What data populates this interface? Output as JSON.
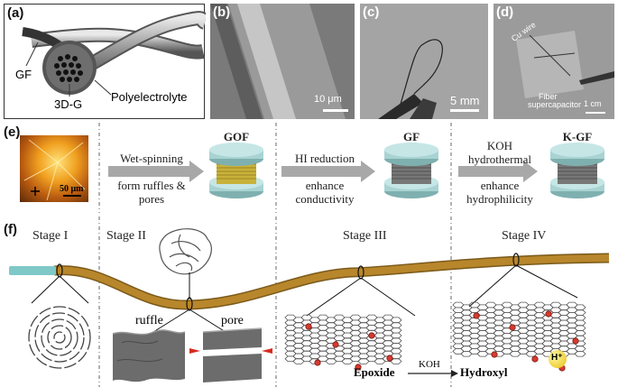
{
  "panel_a": {
    "label": "(a)",
    "gf": "GF",
    "three_dg": "3D-G",
    "polyelectrolyte": "Polyelectrolyte"
  },
  "panel_b": {
    "label": "(b)",
    "scale": "10 μm"
  },
  "panel_c": {
    "label": "(c)",
    "scale": "5 mm"
  },
  "panel_d": {
    "label": "(d)",
    "cu_wire": "Cu wire",
    "fiber": "Fiber",
    "supercapacitor": "supercapacitor",
    "scale": "1 cm"
  },
  "panel_e": {
    "label": "(e)",
    "scale": "50 μm",
    "step1_line1": "Wet-spinning",
    "step1_line2": "form ruffles &",
    "step1_line3": "pores",
    "step2_line1": "HI reduction",
    "step2_line2": "enhance",
    "step2_line3": "conductivity",
    "step3_line1": "KOH",
    "step3_line2": "hydrothermal",
    "step3_line3": "enhance",
    "step3_line4": "hydrophilicity",
    "gof": "GOF",
    "gf": "GF",
    "kgf": "K-GF"
  },
  "panel_f": {
    "label": "(f)",
    "stage1": "Stage I",
    "stage2": "Stage II",
    "stage3": "Stage III",
    "stage4": "Stage IV",
    "ruffle": "ruffle",
    "pore": "pore",
    "epoxide": "Epoxide",
    "koh": "KOH",
    "hydroxyl": "Hydroxyl",
    "hplus": "H⁺"
  },
  "colors": {
    "fiber": "#b8862b",
    "fiber_tip": "#7fc8c8",
    "disk": "#a9d3d3",
    "gof_core": "#c9b23a",
    "arrow": "#a8a8a8",
    "oxygen": "#d63a2f",
    "hplus": "#f2d21b"
  }
}
